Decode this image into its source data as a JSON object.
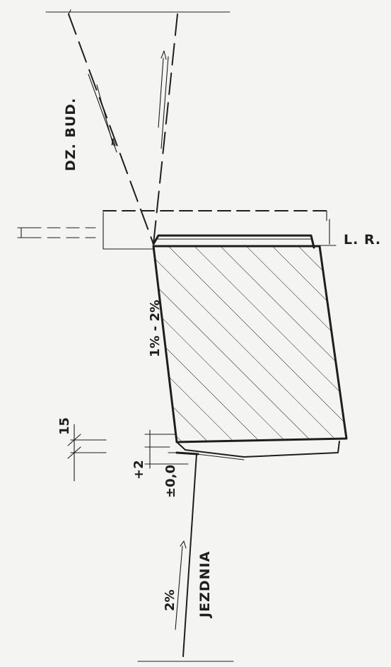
{
  "labels": {
    "building_plot": "DZ. BUD.",
    "building_line": "L. R.",
    "slope_sidewalk": "1% - 2%",
    "curb_width": "15",
    "curb_height": "+2",
    "zero_level": "±0,0",
    "slope_road": "2%",
    "roadway": "JEZDNIA"
  }
}
